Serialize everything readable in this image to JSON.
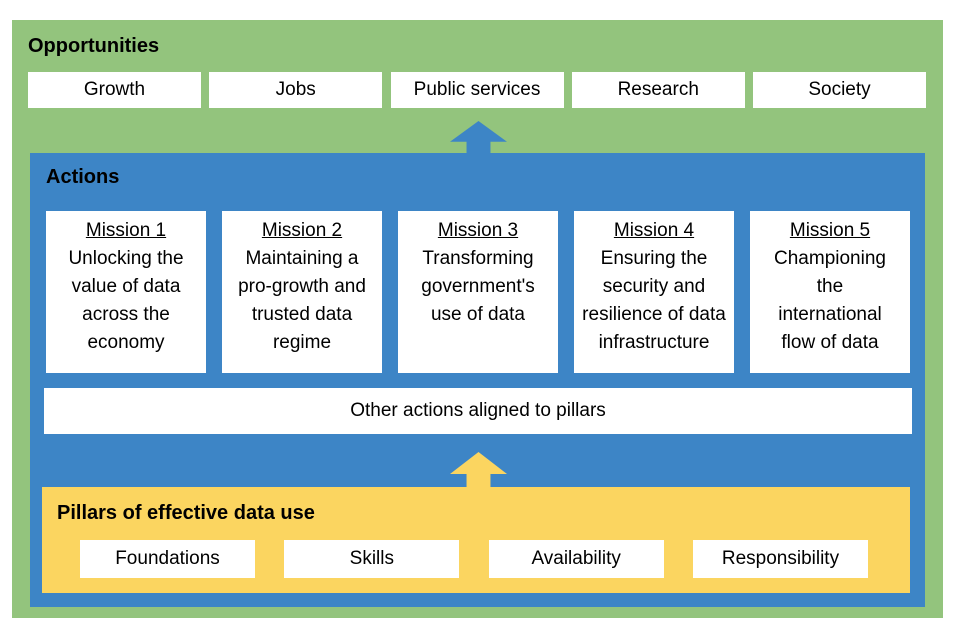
{
  "opportunities": {
    "heading": "Opportunities",
    "boxes": [
      "Growth",
      "Jobs",
      "Public services",
      "Research",
      "Society"
    ]
  },
  "actions": {
    "heading": "Actions",
    "missions": [
      {
        "title": "Mission 1",
        "body": "Unlocking the\nvalue of data\nacross the\neconomy"
      },
      {
        "title": "Mission 2",
        "body": "Maintaining a\npro-growth and\ntrusted data\nregime"
      },
      {
        "title": "Mission 3",
        "body": "Transforming\ngovernment's\nuse of data"
      },
      {
        "title": "Mission 4",
        "body": "Ensuring the\nsecurity and\nresilience of data\ninfrastructure"
      },
      {
        "title": "Mission 5",
        "body": "Championing\nthe\ninternational\nflow of data"
      }
    ],
    "other_actions": "Other actions aligned to pillars"
  },
  "pillars": {
    "heading": "Pillars of effective data use",
    "boxes": [
      "Foundations",
      "Skills",
      "Availability",
      "Responsibility"
    ]
  },
  "arrows": {
    "actions_to_opportunities": "up-arrow",
    "pillars_to_actions": "up-arrow"
  },
  "colors": {
    "green": "#93C47D",
    "blue": "#3D85C6",
    "yellow": "#FBD560",
    "box_bg": "#FFFFFF",
    "text": "#000000"
  }
}
